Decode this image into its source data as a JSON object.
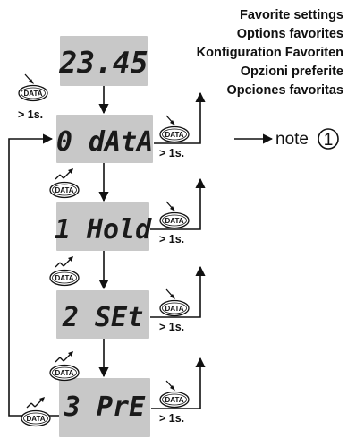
{
  "titles": [
    "Favorite settings",
    "Options favorites",
    "Konfiguration Favoriten",
    "Opzioni preferite",
    "Opciones favoritas"
  ],
  "note": {
    "label": "note",
    "number": "1"
  },
  "displays": [
    {
      "id": "value",
      "text": "23.45"
    },
    {
      "id": "data",
      "text": "0 dAtA"
    },
    {
      "id": "hold",
      "text": "1 Hold"
    },
    {
      "id": "set",
      "text": "2 SEt"
    },
    {
      "id": "pre",
      "text": "3 PrE"
    }
  ],
  "button": {
    "label": "DATA",
    "long_press": "> 1s."
  }
}
